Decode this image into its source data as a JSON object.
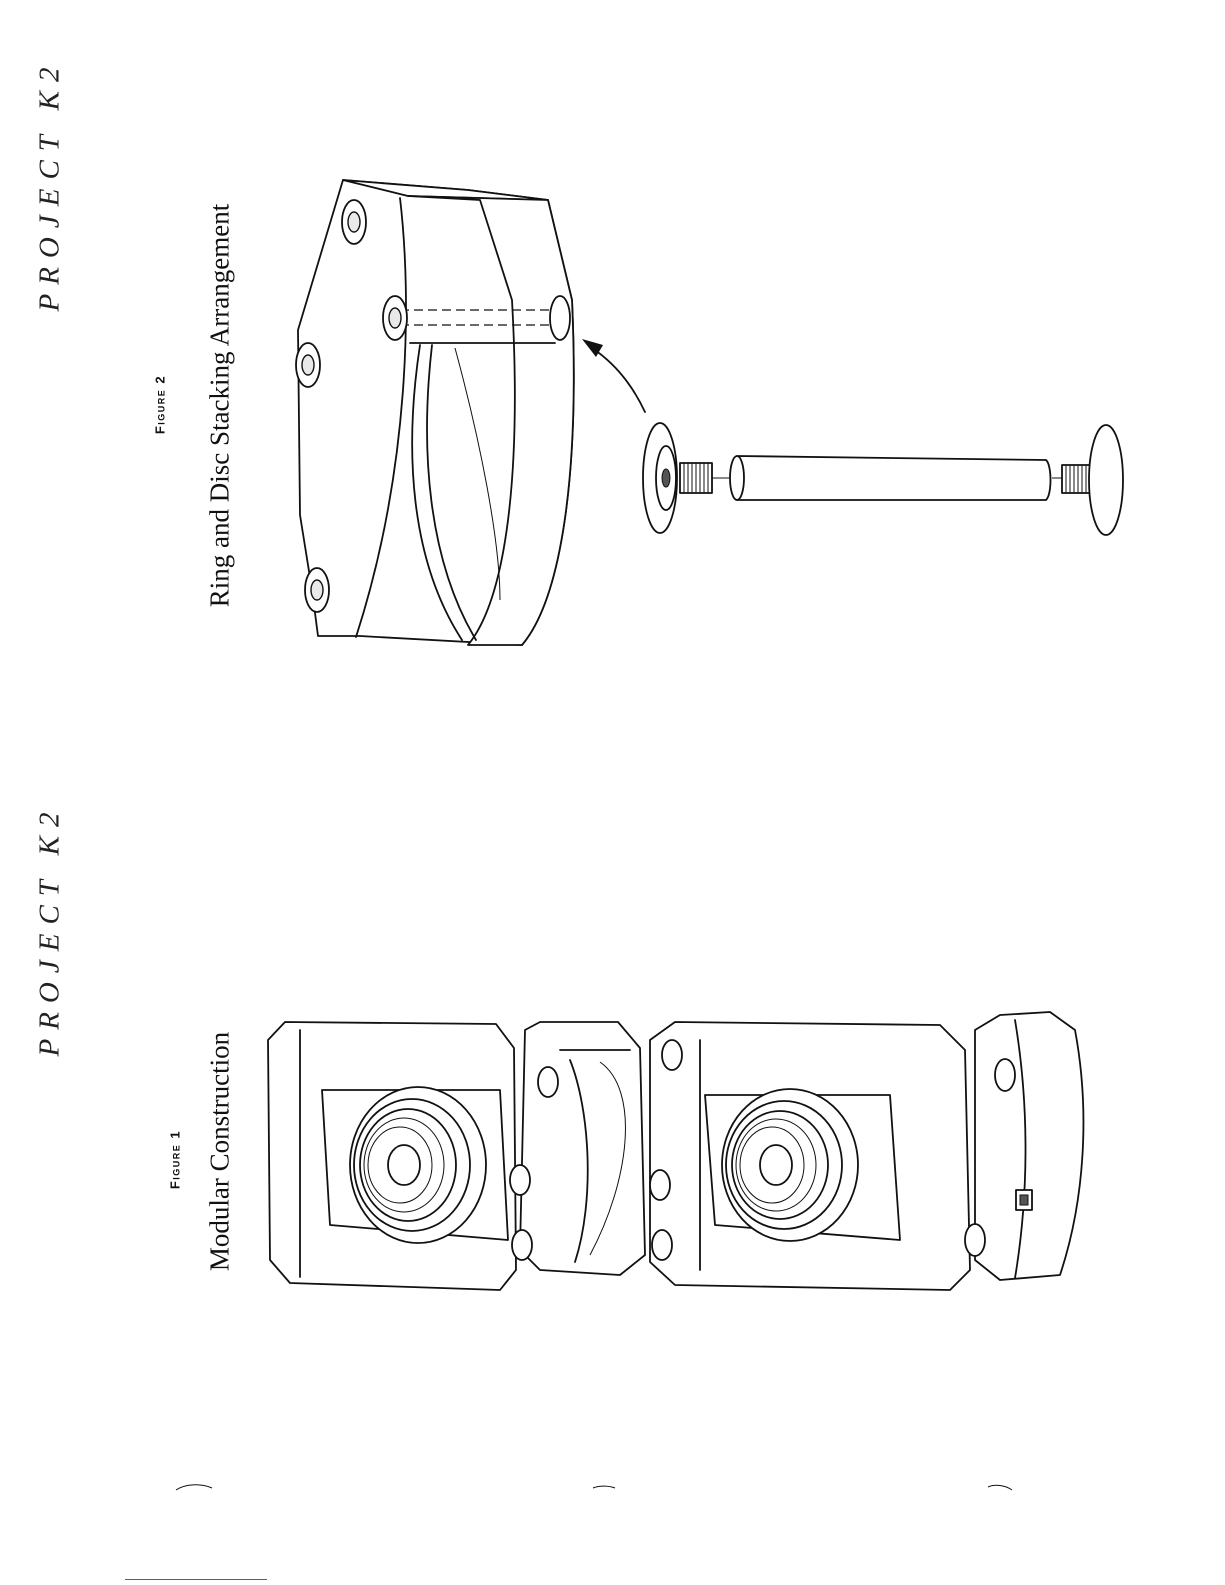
{
  "running_head": "PROJECT K2",
  "figure1": {
    "label": "Figure 1",
    "title": "Modular  Construction"
  },
  "figure2": {
    "label": "Figure 2",
    "title": "Ring and Disc Stacking Arrangement"
  }
}
